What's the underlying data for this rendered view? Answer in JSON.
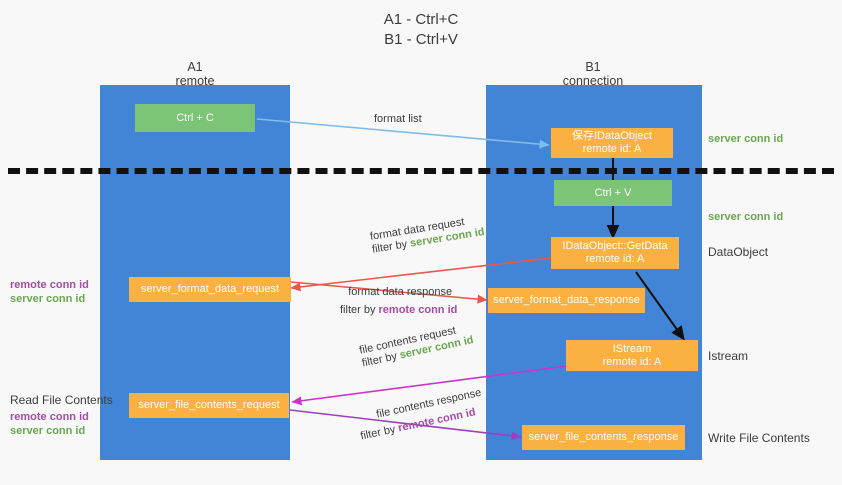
{
  "title": "A1 - Ctrl+C\nB1 - Ctrl+V",
  "columns": [
    {
      "name": "A1",
      "sub": "remote"
    },
    {
      "name": "B1",
      "sub": "connection"
    }
  ],
  "nodes": {
    "ctrl_c": {
      "line1": "Ctrl + C"
    },
    "save_dataobject": {
      "line1": "保存IDataObject",
      "line2": "remote id: A"
    },
    "ctrl_v": {
      "line1": "Ctrl + V"
    },
    "getdata": {
      "line1": "IDataObject::GetData",
      "line2": "remote id: A"
    },
    "server_format_data_request": {
      "line1": "server_format_data_request"
    },
    "server_format_data_response": {
      "line1": "server_format_data_response"
    },
    "istream": {
      "line1": "IStream",
      "line2": "remote id: A"
    },
    "server_file_contents_request": {
      "line1": "server_file_contents_request"
    },
    "server_file_contents_response": {
      "line1": "server_file_contents_response"
    }
  },
  "right_labels": {
    "server_conn_id_1": "server conn id",
    "server_conn_id_2": "server conn id",
    "dataobject": "DataObject",
    "istream": "Istream",
    "write_file_contents": "Write File Contents"
  },
  "left_labels": {
    "remote_conn_id_1": "remote conn id",
    "server_conn_id_1": "server conn id",
    "read_file_contents": "Read File Contents",
    "remote_conn_id_2": "remote conn id",
    "server_conn_id_2": "server conn id"
  },
  "edges": {
    "format_list": {
      "text": "format list"
    },
    "format_data_request": {
      "line1": "format data request",
      "line2_prefix": "filter by ",
      "line2_key": "server conn id"
    },
    "format_data_response": {
      "line1": "format data response",
      "line2_prefix": "filter by ",
      "line2_key": "remote conn id"
    },
    "file_contents_request": {
      "line1": "file contents request",
      "line2_prefix": "filter by ",
      "line2_key": "server conn id"
    },
    "file_contents_response": {
      "line1": "file contents response",
      "line2_prefix": "filter by ",
      "line2_key": "remote conn id"
    }
  },
  "colors": {
    "lane": "#4285d6",
    "green_box": "#7cc576",
    "orange_box": "#fbb042",
    "server_conn_id": "#6aa84f",
    "remote_conn_id": "#a64ca6",
    "wire_blue": "#7fbde8",
    "wire_red": "#e8584d",
    "wire_magenta": "#cc33cc",
    "wire_purple": "#9b3fbf",
    "wire_black": "#111111",
    "background": "#f8f8f8"
  }
}
